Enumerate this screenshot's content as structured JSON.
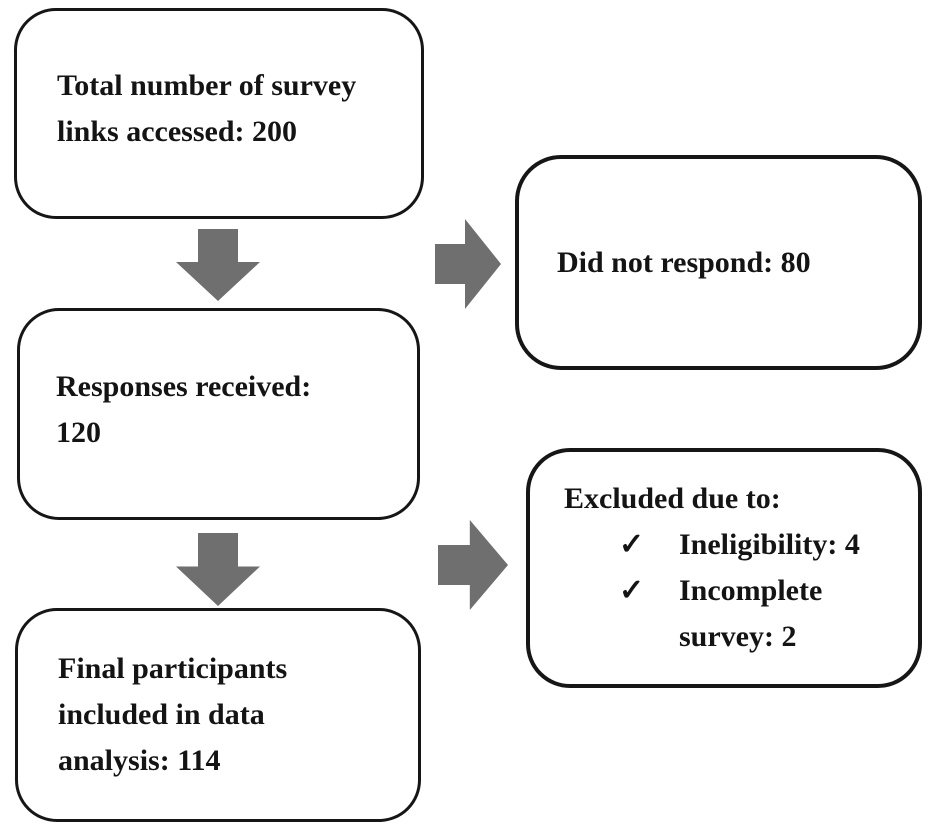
{
  "colors": {
    "arrow": "#6f6f6f",
    "border": "#161616",
    "background": "#ffffff"
  },
  "boxes": {
    "total": {
      "lines": [
        "Total number of survey",
        "links accessed: 200"
      ]
    },
    "no_response": {
      "lines": [
        "Did not respond: 80"
      ]
    },
    "responses": {
      "lines": [
        "Responses received:",
        "120"
      ]
    },
    "excluded": {
      "heading": "Excluded due to:",
      "items": [
        {
          "check": "✓",
          "lines": [
            "Ineligibility: 4"
          ]
        },
        {
          "check": "✓",
          "lines": [
            "Incomplete",
            "survey: 2"
          ]
        }
      ]
    },
    "final": {
      "lines": [
        "Final participants",
        "included in data",
        "analysis: 114"
      ]
    }
  }
}
